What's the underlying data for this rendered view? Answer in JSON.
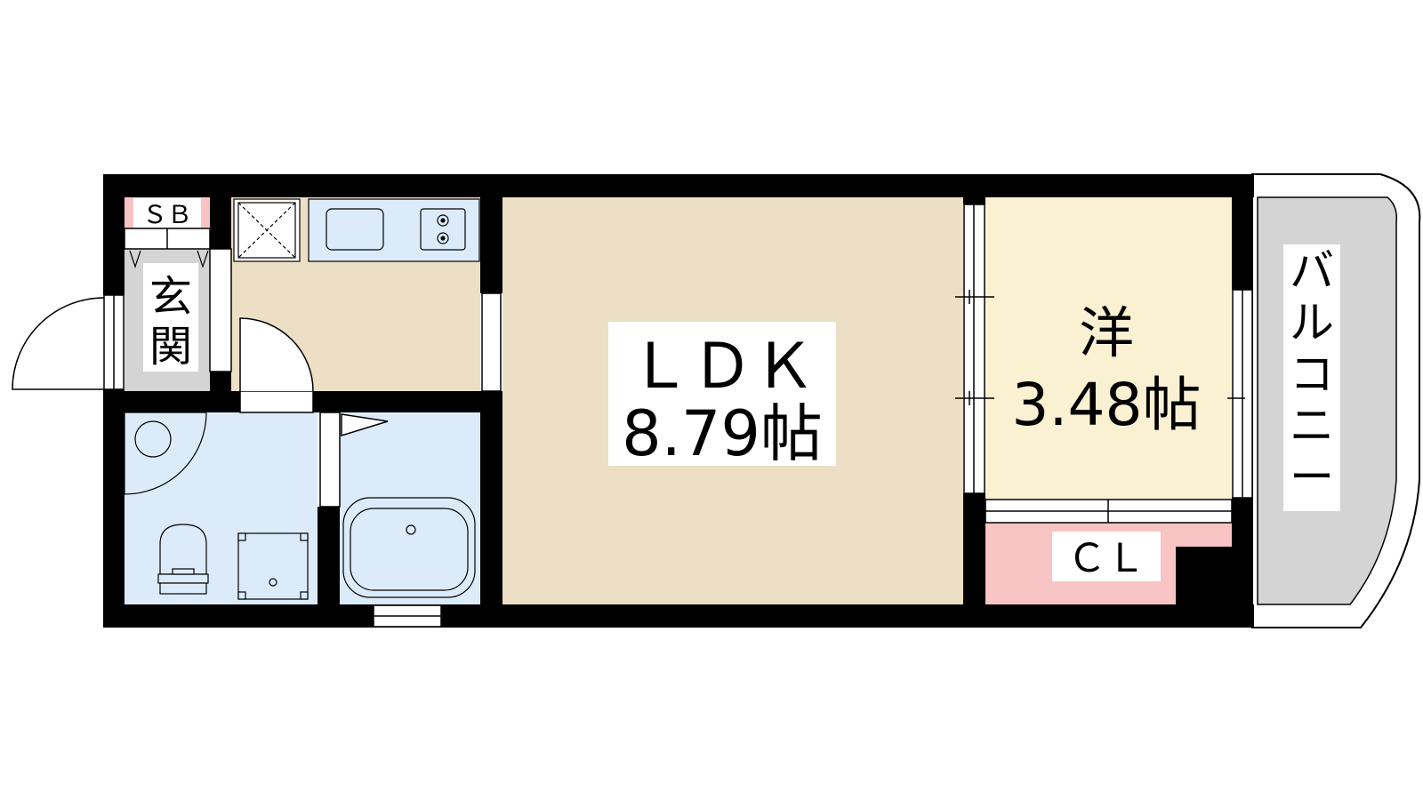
{
  "floorplan": {
    "rooms": {
      "ldk": {
        "name": "ＬＤＫ",
        "size": "8.79帖"
      },
      "western": {
        "name": "洋",
        "size": "3.48帖"
      },
      "closet": {
        "name": "ＣＬ"
      },
      "balcony": {
        "name": [
          "バ",
          "ル",
          "コ",
          "ニ",
          "ー"
        ]
      },
      "entrance": {
        "name": [
          "玄",
          "関"
        ]
      },
      "shoe_box": {
        "name": "ＳＢ"
      }
    },
    "colors": {
      "wall": "#000000",
      "ldk_floor": "#ecdfc6",
      "kitchen_floor": "#ecdfc6",
      "western_floor": "#faf0d2",
      "closet_floor": "#f8c4c4",
      "wet_area": "#dcebfa",
      "entrance_floor": "#d4d4d4",
      "balcony_floor": "#d4d4d4"
    }
  }
}
